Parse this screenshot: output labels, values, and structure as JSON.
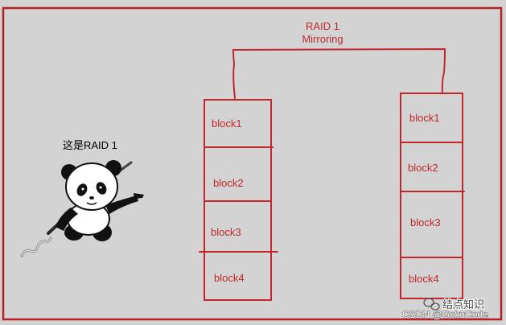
{
  "heading": {
    "line1": "RAID 1",
    "line2": "Mirroring"
  },
  "caption": "这是RAID 1",
  "disks": [
    {
      "blocks": [
        "block1",
        "block2",
        "block3",
        "block4"
      ]
    },
    {
      "blocks": [
        "block1",
        "block2",
        "block3",
        "block4"
      ]
    }
  ],
  "watermark": {
    "account": "结点知识",
    "site": "CSDN @GokuCode"
  },
  "colors": {
    "accent": "#c0282d",
    "frame": "#b81f24",
    "background": "#d3d3d3",
    "text": "#000000"
  },
  "icons": {
    "mascot": "panda-icon",
    "watermark": "wechat-icon"
  }
}
